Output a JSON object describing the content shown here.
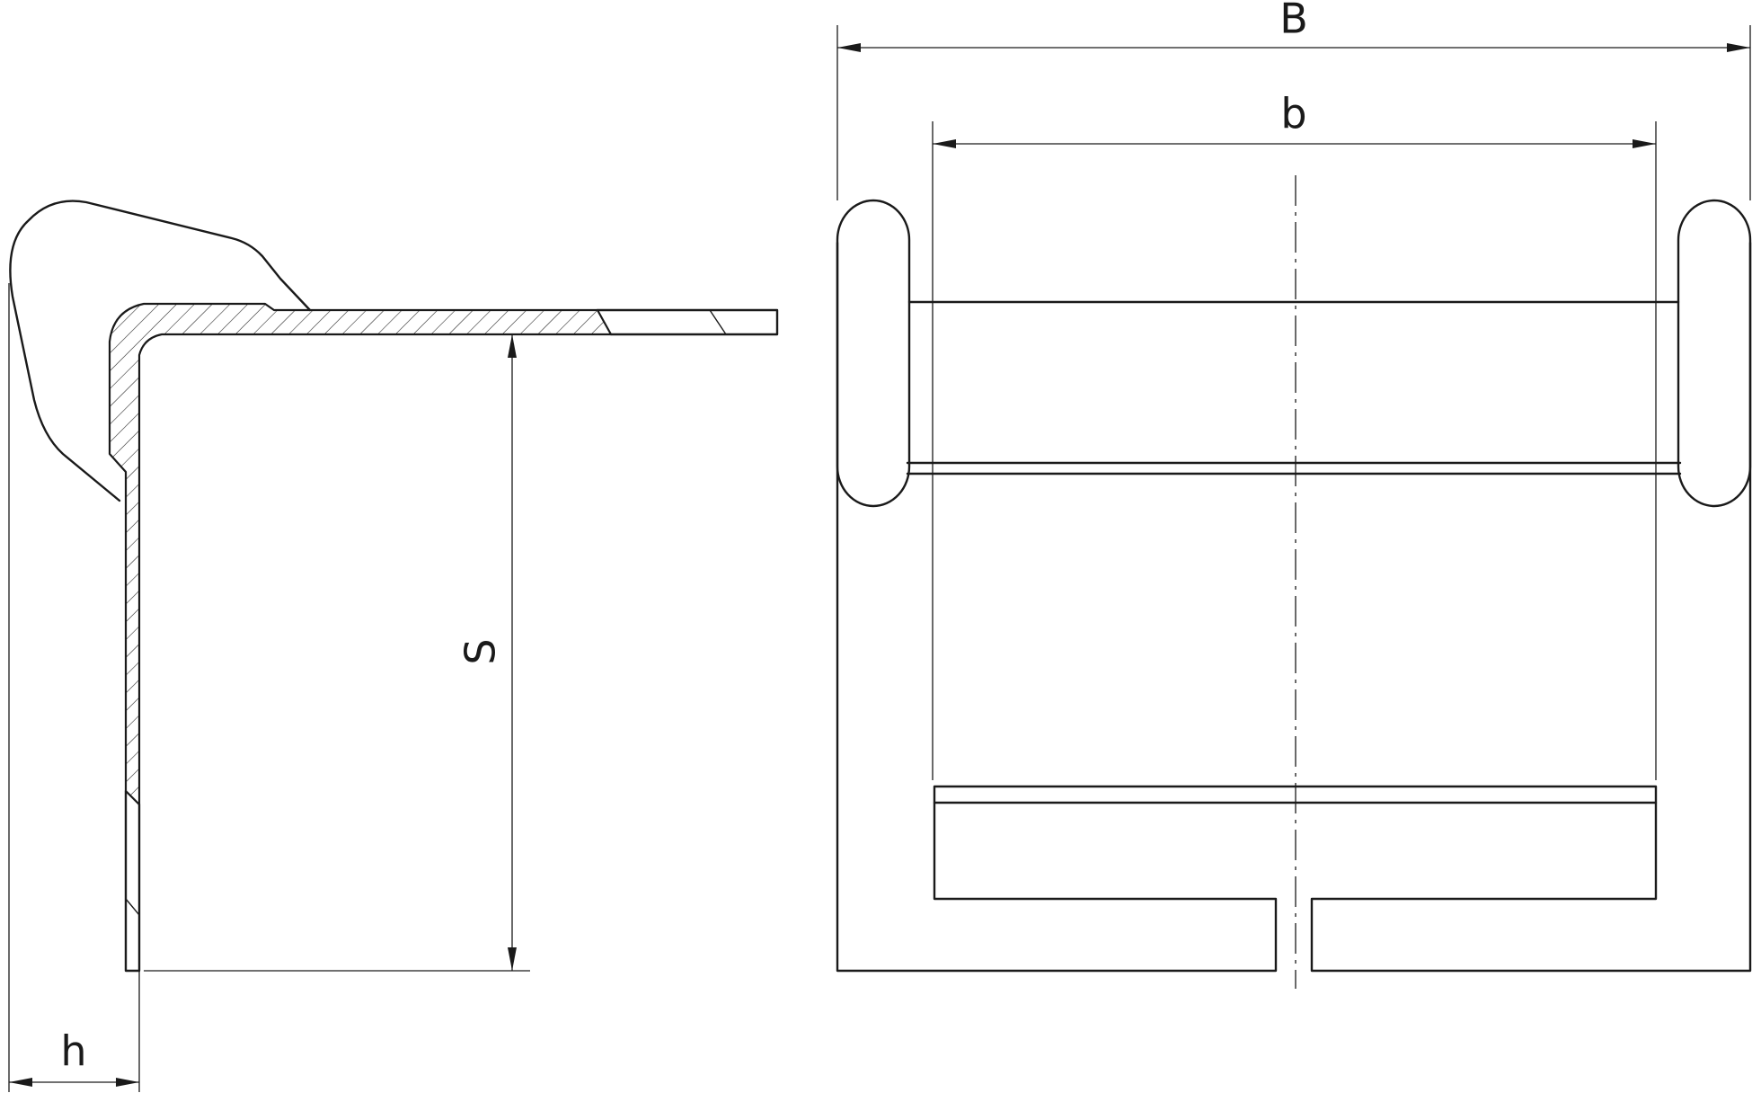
{
  "dimensions": {
    "S": "S",
    "h": "h",
    "B": "B",
    "b": "b"
  },
  "colors": {
    "line": "#1a1a1a",
    "background": "#ffffff"
  }
}
